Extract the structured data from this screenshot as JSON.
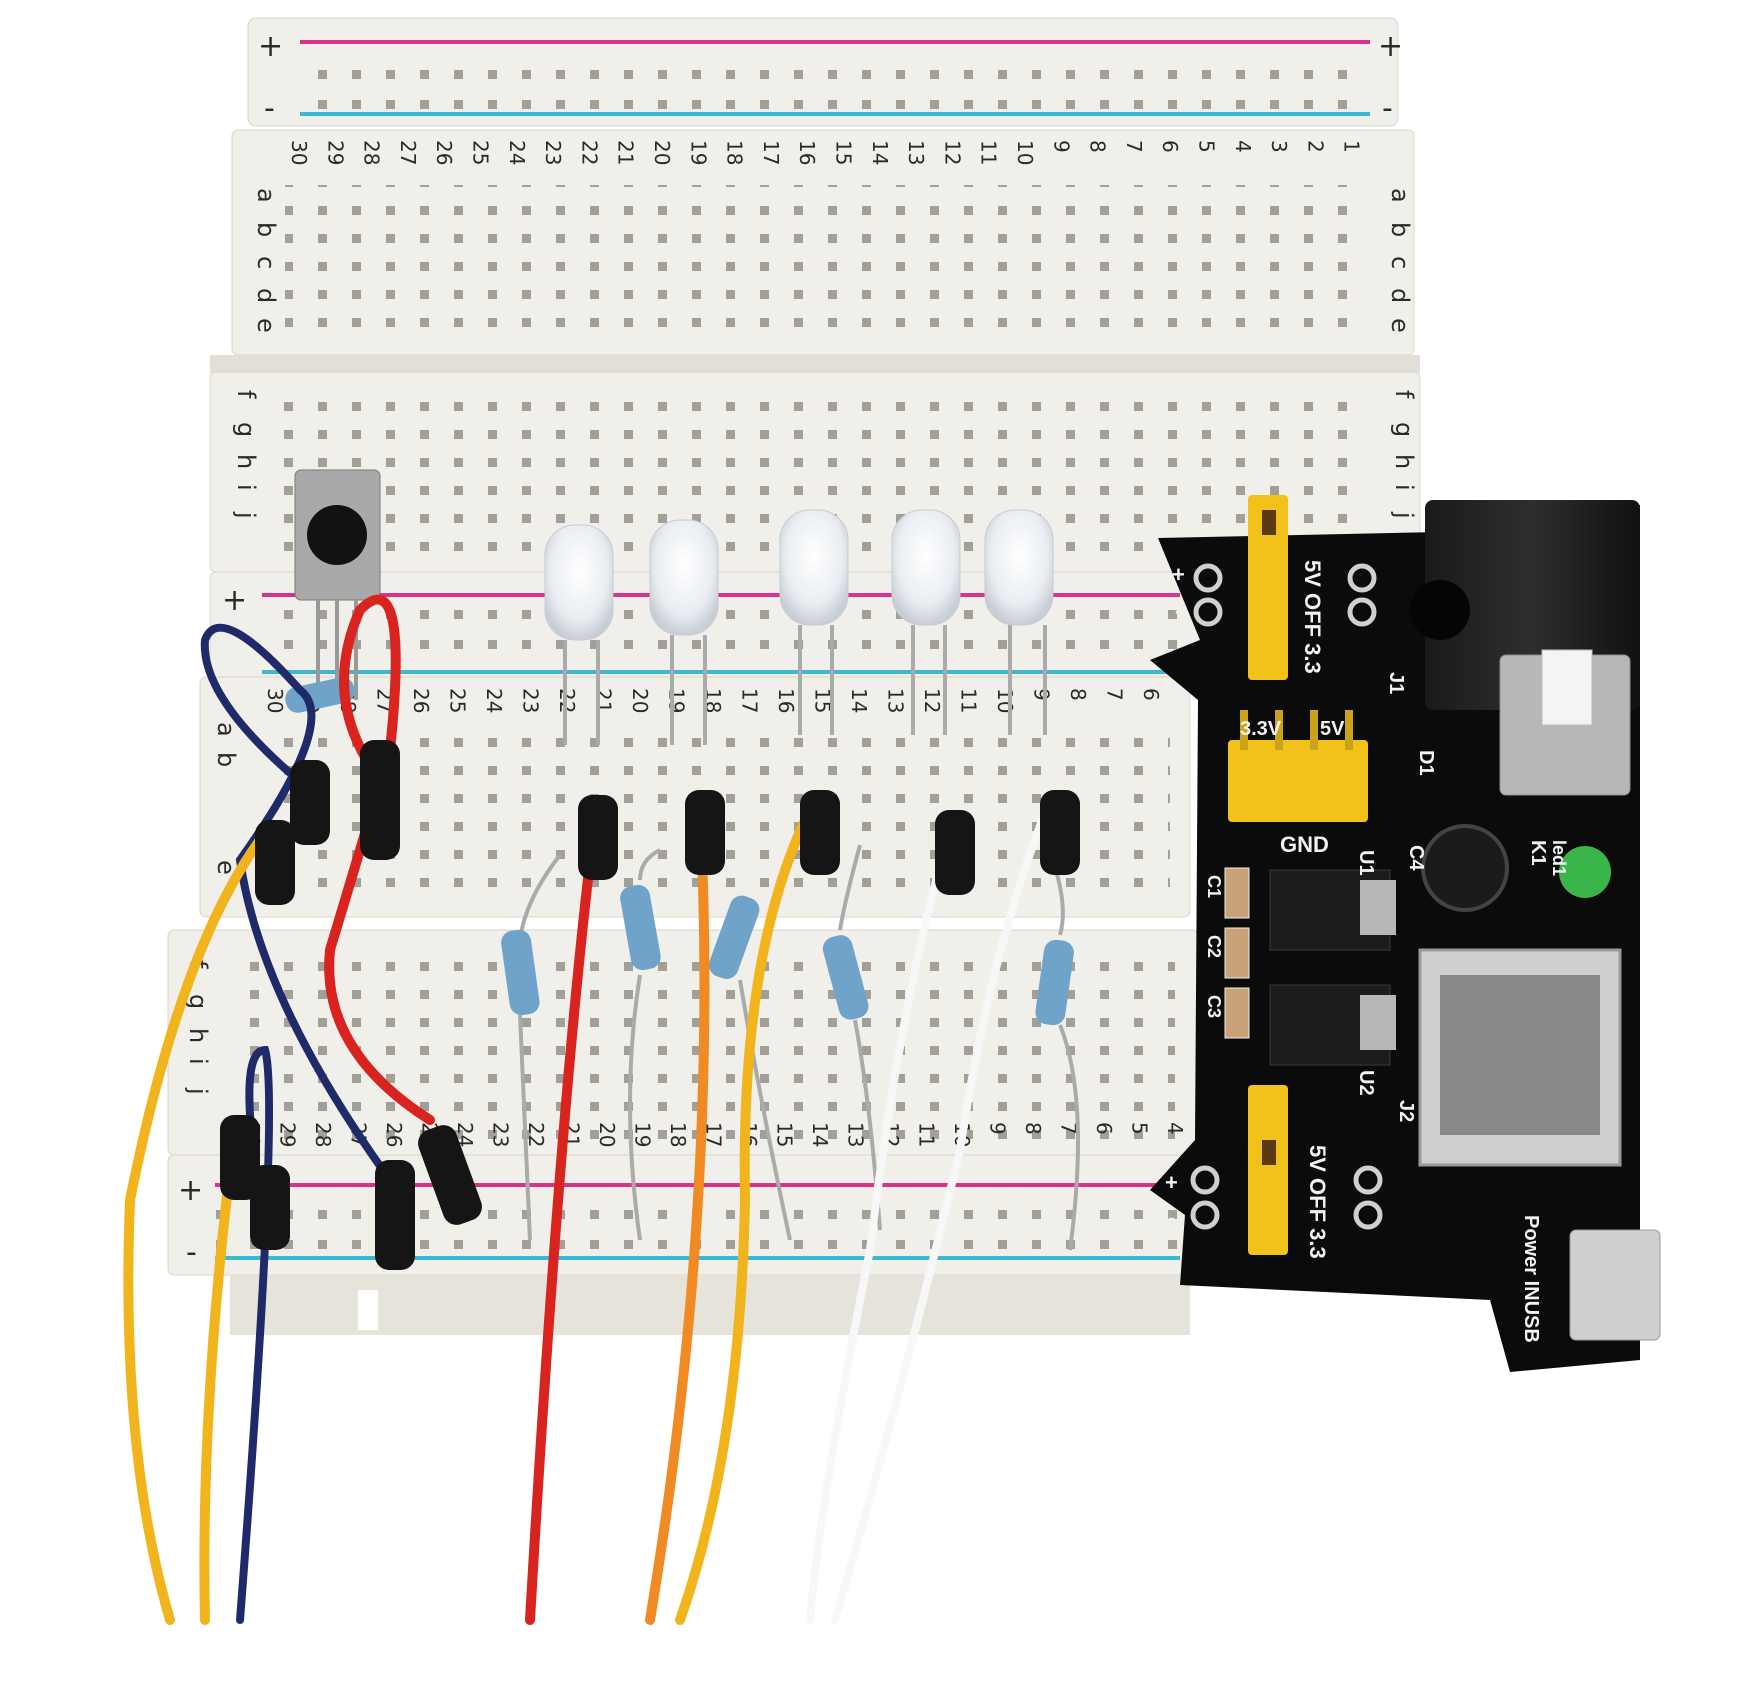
{
  "colors": {
    "breadboard": "#f1efe9",
    "breadboard_shade": "#e3e0d7",
    "hole": "#9a978f",
    "rail_positive": "#d6338a",
    "rail_negative": "#3fb7cf",
    "pcb": "#0b0b0b",
    "jumper_yellow": "#f2c21b",
    "wire_red": "#d8231f",
    "wire_orange": "#f08a23",
    "wire_yellow": "#f2b41c",
    "wire_navy": "#1f2a6b",
    "wire_white": "#f7f7f7",
    "resistor_blue": "#6fa3c9",
    "led_green": "#39b54a"
  },
  "breadboard": {
    "rail_plus": "+",
    "rail_minus": "-",
    "row_letters_top": [
      "a",
      "b",
      "c",
      "d",
      "e"
    ],
    "row_letters_bottom": [
      "f",
      "g",
      "h",
      "i",
      "j"
    ],
    "column_numbers": [
      "30",
      "29",
      "28",
      "27",
      "26",
      "25",
      "24",
      "23",
      "22",
      "21",
      "20",
      "19",
      "18",
      "17",
      "16",
      "15",
      "14",
      "13",
      "12",
      "11",
      "10",
      "9",
      "8",
      "7",
      "6",
      "5",
      "4",
      "3",
      "2",
      "1"
    ]
  },
  "power_module": {
    "jumper_top_label": "5V OFF 3.3",
    "jumper_bottom_label": "5V OFF 3.3",
    "header_labels": [
      "3.3V",
      "5V"
    ],
    "gnd_label": "GND",
    "plus_label": "+",
    "minus_label": "-",
    "component_labels": [
      "J1",
      "D1",
      "C4",
      "K1",
      "led1",
      "U1",
      "C1",
      "C2",
      "C3",
      "U2",
      "J2"
    ],
    "usb_label": "Power INUSB"
  }
}
